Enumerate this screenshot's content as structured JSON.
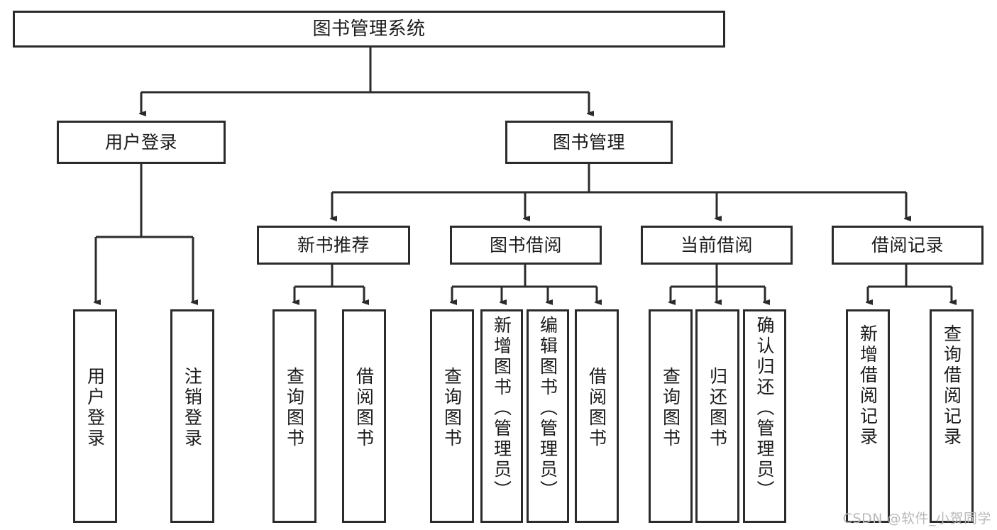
{
  "title": "图书管理系统",
  "watermark": "CSDN @软件_小贺同学",
  "theme": {
    "stroke": "#2b2b2b",
    "background": "#ffffff",
    "text": "#1a1a1a",
    "watermark_color": "#b9b9b9"
  },
  "nodes": {
    "root": {
      "label": "图书管理系统"
    },
    "level2": [
      {
        "id": "user-login",
        "label": "用户登录"
      },
      {
        "id": "book-manage",
        "label": "图书管理"
      }
    ],
    "level3": [
      {
        "id": "new-book-recommend",
        "label": "新书推荐"
      },
      {
        "id": "book-borrow",
        "label": "图书借阅"
      },
      {
        "id": "current-borrow",
        "label": "当前借阅"
      },
      {
        "id": "borrow-record",
        "label": "借阅记录"
      }
    ],
    "leaves": {
      "user_login": [
        {
          "id": "leaf-user-login",
          "label": "用户登录"
        },
        {
          "id": "leaf-logout-login",
          "label": "注销登录"
        }
      ],
      "new_book_recommend": [
        {
          "id": "leaf-query-book-1",
          "label": "查询图书"
        },
        {
          "id": "leaf-borrow-book-1",
          "label": "借阅图书"
        }
      ],
      "book_borrow": [
        {
          "id": "leaf-query-book-2",
          "label": "查询图书"
        },
        {
          "id": "leaf-add-book",
          "label": "新增图书（管理员）"
        },
        {
          "id": "leaf-edit-book",
          "label": "编辑图书（管理员）"
        },
        {
          "id": "leaf-borrow-book-2",
          "label": "借阅图书"
        }
      ],
      "current_borrow": [
        {
          "id": "leaf-query-book-3",
          "label": "查询图书"
        },
        {
          "id": "leaf-return-book",
          "label": "归还图书"
        },
        {
          "id": "leaf-confirm-return",
          "label": "确认归还（管理员）"
        }
      ],
      "borrow_record": [
        {
          "id": "leaf-add-record",
          "label": "新增借阅记录"
        },
        {
          "id": "leaf-query-record",
          "label": "查询借阅记录"
        }
      ]
    }
  }
}
